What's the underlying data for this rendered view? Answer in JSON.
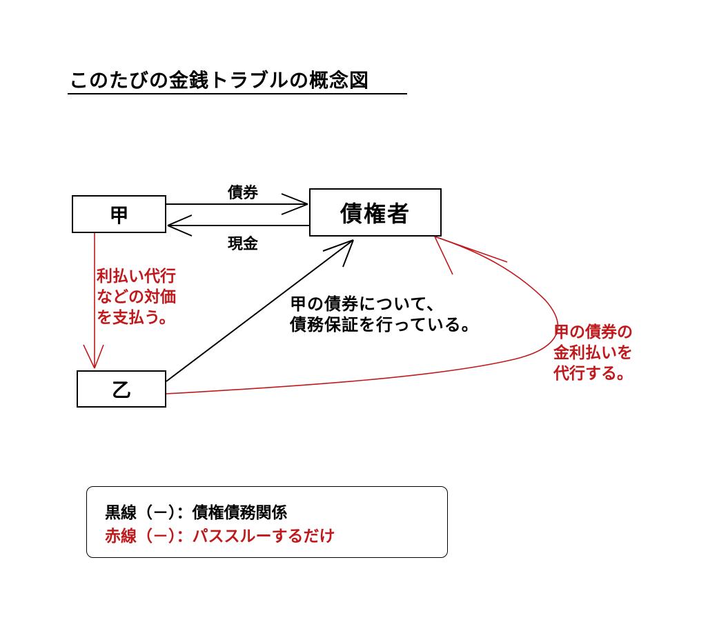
{
  "title": "このたびの金銭トラブルの概念図",
  "nodes": {
    "kou": "甲",
    "otsu": "乙",
    "creditor": "債権者"
  },
  "arrows": {
    "bond_label": "債券",
    "cash_label": "現金"
  },
  "notes": {
    "guarantee": [
      "甲の債券について、",
      "債務保証を行っている。"
    ],
    "payment": [
      "利払い代行",
      "などの対価",
      "を支払う。"
    ],
    "interest": [
      "甲の債券の",
      "金利払いを",
      "代行する。"
    ]
  },
  "legend": {
    "black": "黒線（－）：債権債務関係",
    "red": "赤線（－）：パススルーするだけ"
  },
  "colors": {
    "black_line": "#000000",
    "red_line": "#c0191c"
  }
}
